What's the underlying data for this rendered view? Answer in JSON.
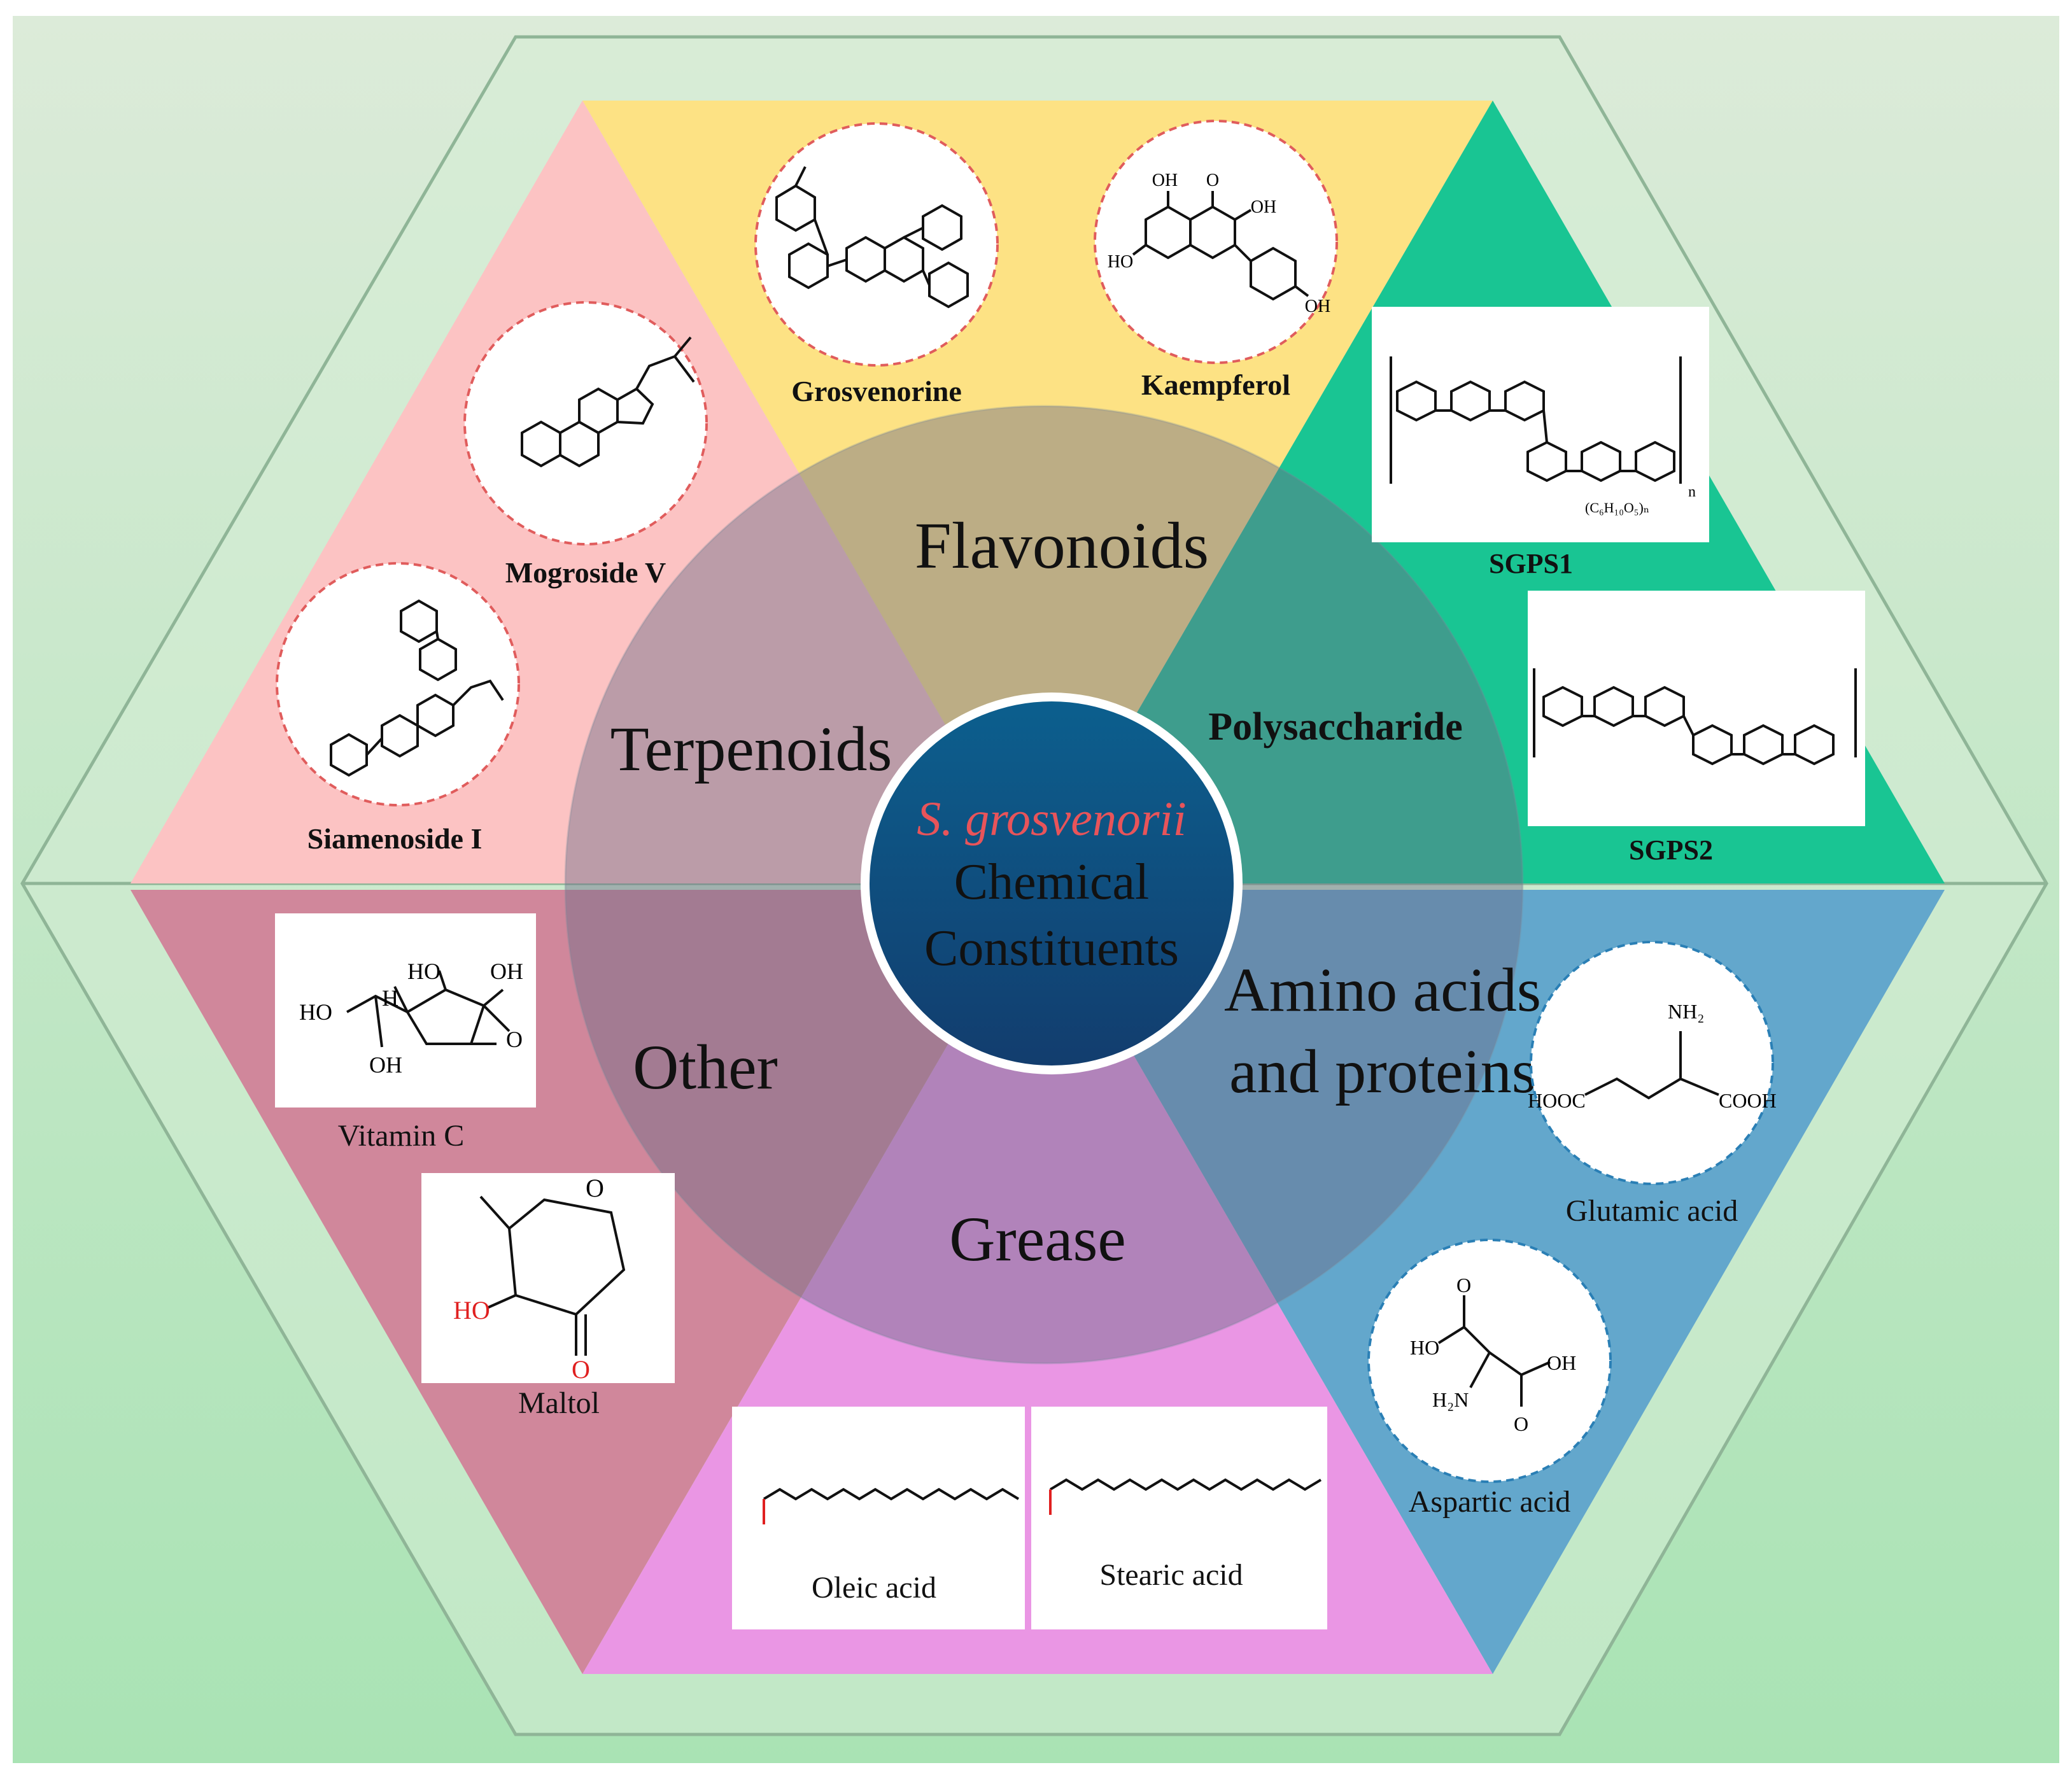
{
  "center": {
    "species": "S. grosvenorii",
    "line1": "Chemical",
    "line2": "Constituents"
  },
  "colors": {
    "background": "#c6e9c8",
    "terpenoids": "#fcc3c3",
    "flavonoids": "#fde284",
    "polysaccharide": "#19c593",
    "amino": "#63a7cc",
    "grease": "#ea96e4",
    "other": "#d0879b",
    "center_circle": "#0f4f7d",
    "species_text": "#e8545a"
  },
  "sectors": {
    "flavonoids": "Flavonoids",
    "terpenoids": "Terpenoids",
    "polysaccharide": "Polysaccharide",
    "amino_line1": "Amino acids",
    "amino_line2": "and proteins",
    "other": "Other",
    "grease": "Grease"
  },
  "compounds": {
    "grosvenorine": "Grosvenorine",
    "kaempferol": "Kaempferol",
    "mogroside_v": "Mogroside V",
    "siamenoside_i": "Siamenoside I",
    "sgps1": "SGPS1",
    "sgps2": "SGPS2",
    "vitamin_c": "Vitamin C",
    "maltol": "Maltol",
    "glutamic_acid": "Glutamic acid",
    "aspartic_acid": "Aspartic acid",
    "oleic_acid": "Oleic acid",
    "stearic_acid": "Stearic acid"
  },
  "atoms": {
    "ho": "HO",
    "oh": "OH",
    "o": "O",
    "h": "H",
    "nh2": "NH₂",
    "h2n": "H₂N",
    "hooc": "HOOC",
    "cooh": "COOH",
    "n": "n",
    "polymer_unit": "(C₆H₁₀O₅)ₙ"
  }
}
